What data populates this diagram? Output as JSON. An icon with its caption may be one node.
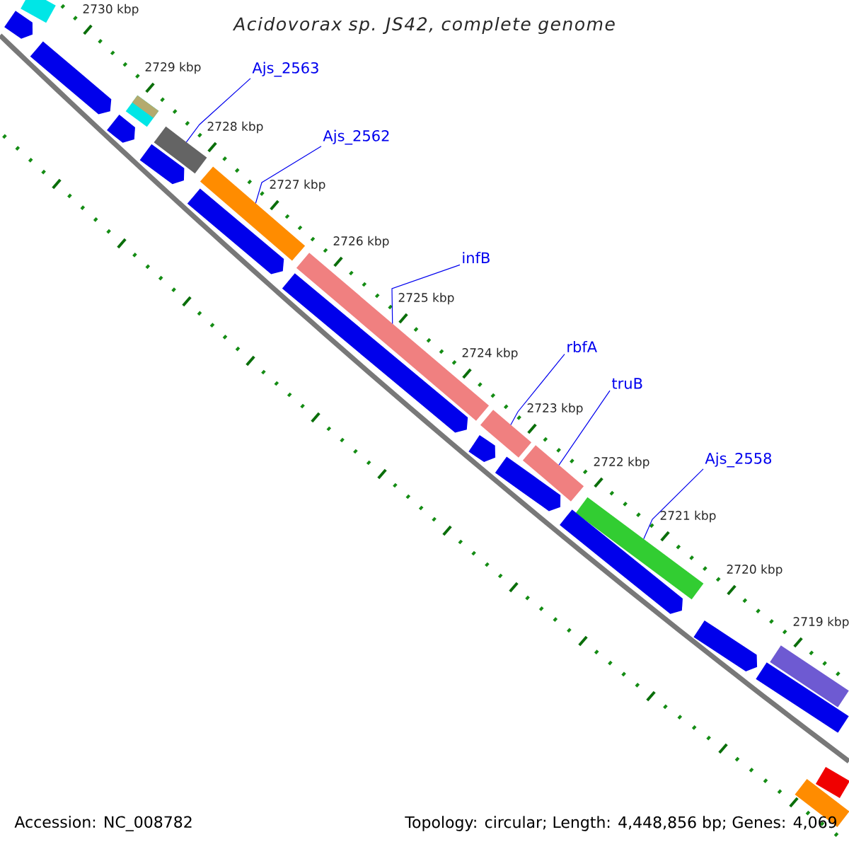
{
  "diagram": {
    "title": "Acidovorax sp. JS42, complete genome",
    "nodes": [
      {
        "text": [
          "Ajs_2563"
        ]
      },
      {
        "text": [],
        "shape": "bar"
      },
      {
        "text": [
          "Ajs_2562"
        ]
      },
      {
        "text": [],
        "shape": "bar"
      },
      {
        "text": [
          "infB"
        ]
      },
      {
        "text": [],
        "shape": "bar"
      },
      {
        "text": [
          "rbfA"
        ]
      },
      {
        "text": [],
        "shape": "bar"
      },
      {
        "text": [
          "truB"
        ]
      },
      {
        "text": [],
        "shape": "bar"
      },
      {
        "text": [
          "Ajs_2558"
        ]
      },
      {
        "text": [],
        "shape": "bar"
      },
      {
        "text": [],
        "shape": "bar"
      },
      {
        "text": [],
        "shape": "bar"
      },
      {
        "text": [],
        "shape": "bar"
      },
      {
        "text": [],
        "shape": "bar"
      },
      {
        "text": [],
        "shape": "bar"
      },
      {
        "text": [],
        "shape": "bar"
      },
      {
        "text": [],
        "shape": "bar"
      },
      {
        "text": [],
        "shape": "bar"
      },
      {
        "text": [],
        "shape": "bar"
      },
      {
        "text": [],
        "shape": "bar"
      },
      {
        "text": [],
        "shape": "bar"
      },
      {
        "text": [],
        "shape": "bar"
      },
      {
        "text": [],
        "shape": "bar"
      },
      {
        "text": [],
        "shape": "bar"
      },
      {
        "text": [],
        "shape": "bar"
      },
      {
        "text": [],
        "shape": "bar"
      }
    ],
    "edges": [
      {
        "from": 0,
        "to": 1,
        "arrow": "none"
      },
      {
        "from": 2,
        "to": 3,
        "arrow": "none"
      },
      {
        "from": 4,
        "to": 5,
        "arrow": "none"
      },
      {
        "from": 6,
        "to": 7,
        "arrow": "none"
      },
      {
        "from": 8,
        "to": 9,
        "arrow": "none"
      },
      {
        "from": 10,
        "to": 11,
        "arrow": "none"
      }
    ],
    "labels": [
      "2730 kbp",
      "2729 kbp",
      "2728 kbp",
      "2727 kbp",
      "2726 kbp",
      "2725 kbp",
      "2724 kbp",
      "2723 kbp",
      "2722 kbp",
      "2721 kbp",
      "2720 kbp",
      "2719 kbp",
      "Accession: NC_008782",
      "Topology: circular; Length: 4,448,856 bp; Genes: 4,069"
    ]
  }
}
